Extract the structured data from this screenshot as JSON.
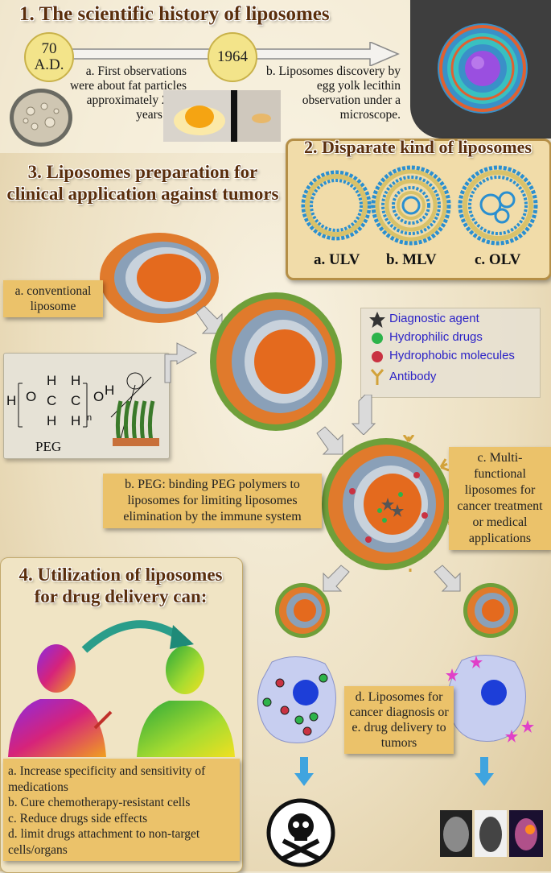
{
  "section1": {
    "title": "1. The scientific history of liposomes",
    "year1": "70\nA.D.",
    "year2": "1964",
    "desc_a": "a. First observations were about fat particles approximately 2000 years ago.",
    "desc_b": "b. Liposomes discovery by egg yolk lecithin observation under a microscope."
  },
  "section2": {
    "title": "2. Disparate kind of liposomes",
    "types": [
      "a. ULV",
      "b. MLV",
      "c. OLV"
    ]
  },
  "section3": {
    "title": "3. Liposomes preparation for clinical application against tumors",
    "conventional": "a. conventional liposome",
    "peg_label": "PEG",
    "peg_desc": "b. PEG: binding PEG polymers to liposomes for limiting liposomes elimination by the immune system",
    "multi": "c. Multi-functional liposomes for cancer treatment or medical applications",
    "diagnosis": "d. Liposomes for cancer diagnosis or e. drug delivery to tumors",
    "legend": [
      {
        "label": "Diagnostic agent",
        "icon": "star-icon",
        "color": "#333333"
      },
      {
        "label": "Hydrophilic drugs",
        "icon": "green-dot-icon",
        "color": "#2db34a"
      },
      {
        "label": "Hydrophobic molecules",
        "icon": "red-dot-icon",
        "color": "#c93242"
      },
      {
        "label": "Antibody",
        "icon": "antibody-icon",
        "color": "#d2a23a"
      }
    ]
  },
  "section4": {
    "title": "4. Utilization of liposomes for drug delivery can:",
    "benefits": [
      "a. Increase specificity and sensitivity of medications",
      "b. Cure chemotherapy-resistant cells",
      "c. Reduce drugs side effects",
      "d. limit drugs attachment to non-target cells/organs"
    ]
  }
}
